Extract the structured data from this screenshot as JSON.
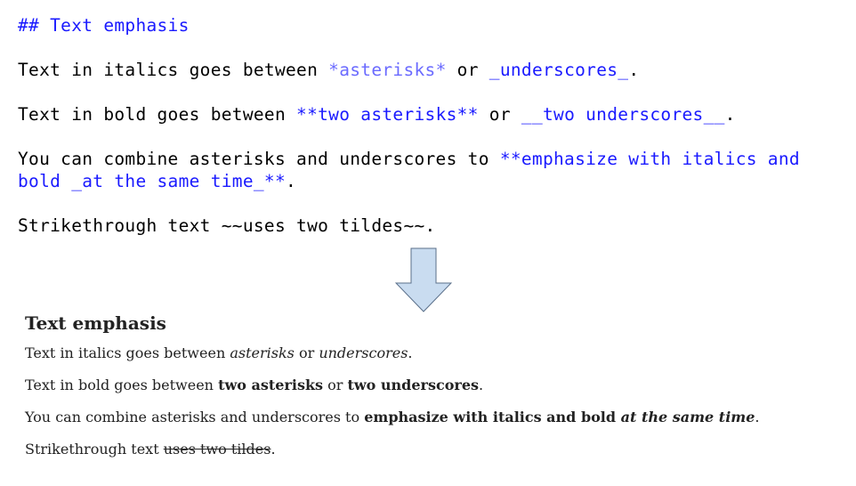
{
  "source": {
    "heading": "## Text emphasis",
    "italics": {
      "pre": "Text in italics goes between ",
      "a": "*asterisks*",
      "mid": " or ",
      "b": "_underscores_",
      "post": "."
    },
    "bold": {
      "pre": "Text in bold goes between ",
      "a": "**two asterisks**",
      "mid": " or ",
      "b": "__two underscores__",
      "post": "."
    },
    "combine": {
      "pre": "You can combine asterisks and underscores to ",
      "a": "**emphasize with italics and",
      "b": "bold _at the same time_**",
      "post": "."
    },
    "strike": {
      "text": "Strikethrough text ~~uses two tildes~~."
    }
  },
  "rendered": {
    "heading": "Text emphasis",
    "italics": {
      "pre": "Text in italics goes between ",
      "a": "asterisks",
      "mid": " or ",
      "b": "underscores",
      "post": "."
    },
    "bold": {
      "pre": "Text in bold goes between ",
      "a": "two asterisks",
      "mid": " or ",
      "b": "two underscores",
      "post": "."
    },
    "combine": {
      "pre": "You can combine asterisks and underscores to ",
      "bold": "emphasize with italics and bold ",
      "bold_italic": "at the same time",
      "post": "."
    },
    "strike": {
      "pre": "Strikethrough text ",
      "struck": "uses two tildes",
      "post": "."
    }
  },
  "colors": {
    "markdown_heading": "#1a1aff",
    "markdown_emphasis": "#6b6bff",
    "arrow_fill": "#c9dcf0",
    "arrow_stroke": "#5a6f8a"
  },
  "icons": {
    "arrow": "down-arrow-icon"
  }
}
